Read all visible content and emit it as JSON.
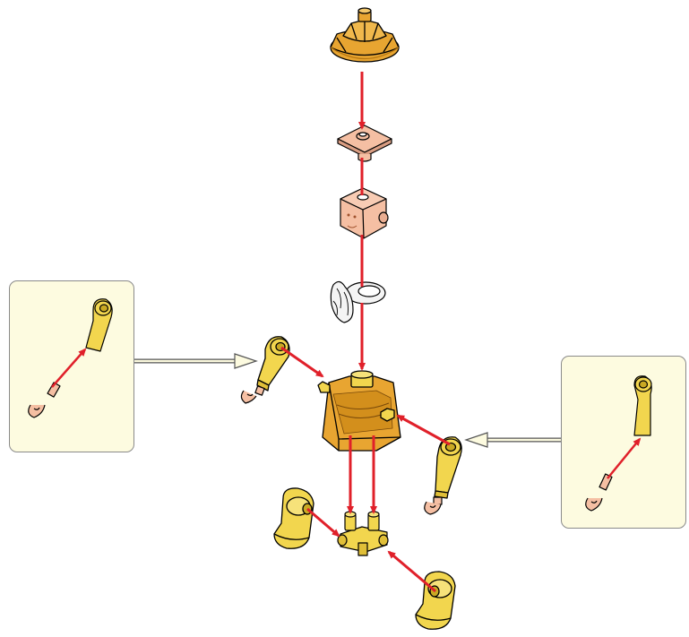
{
  "diagram": {
    "kind": "minifigure assembly instruction",
    "colors": {
      "red_arrow": "#e0202a",
      "gold": "#e8a531",
      "gold_dark": "#b77711",
      "yellow": "#f2d64e",
      "yellow_dark": "#c9a923",
      "flesh": "#f5bfa3",
      "flesh_dark": "#c98f73",
      "white_part": "#f4f4f4",
      "callout_bg": "#fdfbe0",
      "callout_border": "#8a8a8a",
      "outline": "#000000"
    },
    "parts": [
      {
        "name": "headdress",
        "color": "gold"
      },
      {
        "name": "neck-collar-plate",
        "color": "flesh"
      },
      {
        "name": "head",
        "color": "flesh"
      },
      {
        "name": "beard",
        "color": "white_part"
      },
      {
        "name": "torso",
        "color": "gold"
      },
      {
        "name": "left-arm",
        "color": "yellow"
      },
      {
        "name": "right-arm",
        "color": "yellow"
      },
      {
        "name": "left-hand",
        "color": "flesh"
      },
      {
        "name": "right-hand",
        "color": "flesh"
      },
      {
        "name": "hip-piece",
        "color": "yellow"
      },
      {
        "name": "left-leg",
        "color": "yellow"
      },
      {
        "name": "right-leg",
        "color": "yellow"
      }
    ],
    "callouts": [
      {
        "name": "hand-into-arm-left",
        "shows": [
          "arm",
          "hand"
        ]
      },
      {
        "name": "hand-into-arm-right",
        "shows": [
          "arm",
          "hand"
        ]
      }
    ]
  }
}
